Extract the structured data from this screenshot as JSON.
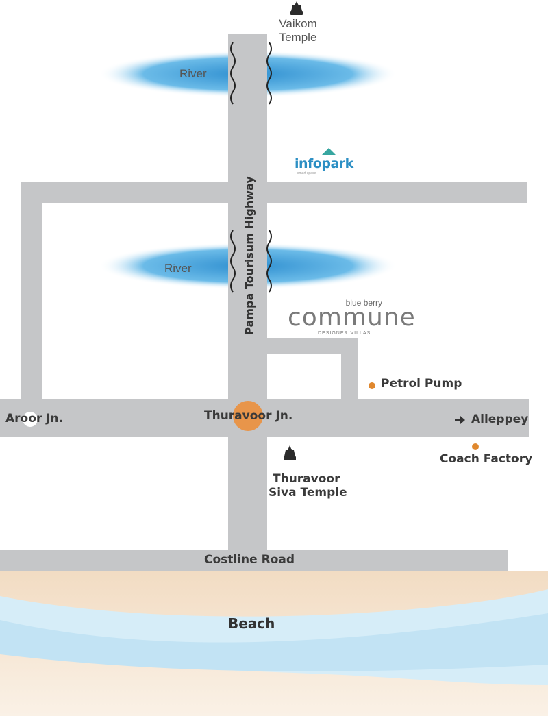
{
  "colors": {
    "road": "#c5c6c8",
    "river": "#4aa6dc",
    "junction": "#e8954a",
    "petrol_dot": "#e0882e",
    "sand": "#f3dfc8",
    "text": "#3a3a3a"
  },
  "labels": {
    "vaikom": "Vaikom",
    "temple_word": "Temple",
    "river_1": "River",
    "river_2": "River",
    "highway": "Pampa Tourisum Highway",
    "petrol": "Petrol Pump",
    "aroor": "Aroor Jn.",
    "thuravoor_jn": "Thuravoor Jn.",
    "alleppey": "Alleppey",
    "coach": "Coach Factory",
    "siva_1": "Thuravoor",
    "siva_2": "Siva Temple",
    "costline": "Costline Road",
    "beach": "Beach"
  },
  "logos": {
    "infopark": {
      "word": "infopark",
      "sub": "smart space"
    },
    "commune": {
      "top": "blue berry",
      "main": "commune",
      "sub": "DESIGNER VILLAS"
    }
  },
  "icons": {
    "vaikom_temple": "temple-icon",
    "siva_temple": "temple-icon",
    "alleppey_arrow": "arrow-right-icon",
    "petrol_marker": "dot-marker-icon",
    "coach_marker": "dot-marker-icon"
  }
}
